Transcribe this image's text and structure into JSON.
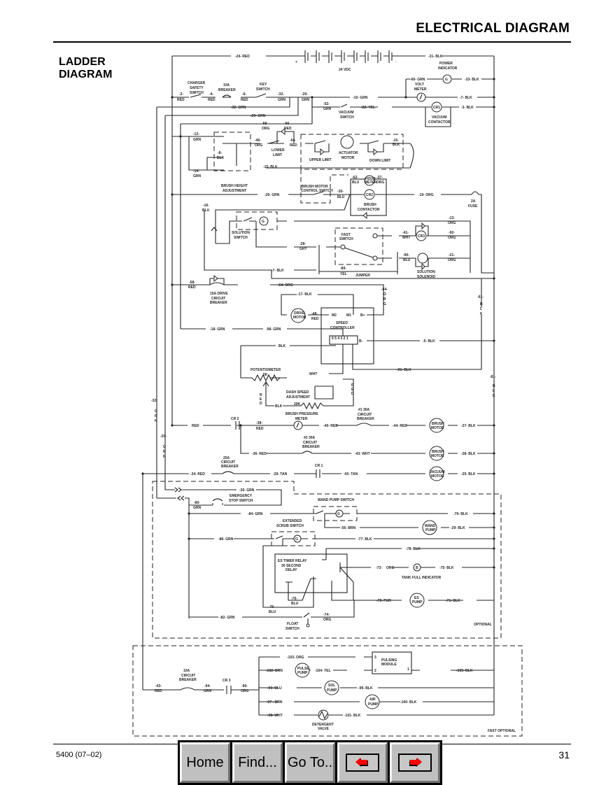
{
  "header": {
    "title": "ELECTRICAL DIAGRAM"
  },
  "section": {
    "title_line1": "LADDER",
    "title_line2": "DIAGRAM"
  },
  "diagram": {
    "battery": {
      "label": "24 VDC",
      "plus": "+",
      "minus": "_"
    },
    "wires_top": {
      "w24": "-24-  RED",
      "w31": "-31-  BLK"
    },
    "power_indicator": {
      "label1": "POWER",
      "label2": "INDICATOR",
      "glyph": "G",
      "wire_in": "-60-  GRN",
      "wire_out": "-33-  BLK"
    },
    "volt_meter": {
      "label1": "VOLT",
      "label2": "METER",
      "wire_out": "-7-  BLK"
    },
    "charger_switch": {
      "label1": "CHARGER",
      "label2": "SAFETY",
      "label3": "SWITCH",
      "wire_in_num": "-2-",
      "wire_in_color": "RED"
    },
    "breaker_10a": {
      "label1": "10A",
      "label2": "BREAKER",
      "wire_num": "-4-",
      "wire_color": "RED"
    },
    "key_switch": {
      "label1": "KEY",
      "label2": "SWITCH",
      "wire_in_num": "-6-",
      "wire_in_color": "RED",
      "wire_out_num": "-32-",
      "wire_out_color": "GRN"
    },
    "wire_20_top": {
      "num": "-20-",
      "color": "GRN"
    },
    "wire_10": "-10-  GRN",
    "wire_32_return": "-32-  GRN",
    "wire_20_return": "-20-  GRN",
    "vacuum_switch": {
      "label1": "VACUUM",
      "label2": "SWITCH",
      "wire_in_num": "-52-",
      "wire_in_color": "GRN",
      "wire_out": "-22-  YEL"
    },
    "vacuum_contactor": {
      "glyph": "CR1",
      "label1": "VACUUM",
      "label2": "CONTACTOR",
      "wire_out": "-3-  BLK"
    },
    "brush_height": {
      "label1": "BRUSH HEIGHT",
      "label2": "ADJUSTMENT",
      "w12_num": "-12-",
      "w12_color": "GRN",
      "w14_num": "-14-",
      "w14_color": "GRN",
      "w8_num": "-8-",
      "w8_color": "BLK",
      "w46_num": "-46-",
      "w46_color": "ORG",
      "w15": "-15-  BLK"
    },
    "lower_limit": {
      "label1": "LOWER",
      "label2": "LIMIT",
      "w68_num": "-68-",
      "w68_color": "ORG",
      "w66_num": "-66-",
      "w66_color": "RED",
      "w54_num": "-54-",
      "w54_color": "RED"
    },
    "actuator": {
      "upper": "UPPER LIMIT",
      "motor1": "ACTUATOR",
      "motor2": "MOTOR",
      "down": "DOWN LIMIT",
      "w15_num": "-15-",
      "w15_color": "BLK"
    },
    "brush_motor_switch": {
      "label1": "BRUSH MOTOR",
      "label2": "CONTROL SWITCH",
      "w26": "-26-  GRN",
      "w30_num": "-30-",
      "w30_color": "BLU"
    },
    "hour_meter": {
      "glyph1": "HOUR",
      "glyph2": "METER",
      "w62_num": "-62-",
      "w62_color": "BLU",
      "w37_num": "-37-",
      "w37_color": "ORG"
    },
    "brush_contactor": {
      "glyph": "CR2",
      "label1": "BRUSH",
      "label2": "CONTACTOR",
      "w19": "-19-  ORG"
    },
    "fuse": {
      "label1": "2A",
      "label2": "FUSE"
    },
    "solution_switch": {
      "label1": "SOLUTION",
      "label2": "SWITCH",
      "glyph": "G",
      "w16_num": "-16-",
      "w16_color": "BLU",
      "w13_num": "-13-",
      "w13_color": "ORG"
    },
    "fast_switch": {
      "label1": "FAST",
      "label2": "SWITCH",
      "w28_num": "-28-",
      "w28_color": "GRY",
      "w41_num": "-41-",
      "w41_color": "WHT",
      "w92_num": "-92-",
      "w92_color": "ORG",
      "w90_num": "-90-",
      "w90_color": "BLU",
      "w21_num": "-21-",
      "w21_color": "ORG"
    },
    "cr3_coil": {
      "glyph": "CR3"
    },
    "solution_solenoid": {
      "label1": "SOLUTION",
      "label2": "SOLENOID"
    },
    "jumper": {
      "label": "JUMPER",
      "num": "-89-",
      "color": "YEL"
    },
    "wire_7_blk": "-7-  BLK",
    "drive_breaker": {
      "label1": "15A DRIVE",
      "label2": "CIRCUIT",
      "label3": "BREAKER",
      "w58_num": "-58-",
      "w58_color": "RED",
      "w64": "-64-  ORG"
    },
    "wire_64_vert": {
      "num": "-64-",
      "c1": "O",
      "c2": "R",
      "c3": "G"
    },
    "wire_91_vert": {
      "num": "-91-",
      "c1": "B",
      "c2": "L",
      "c3": "K"
    },
    "wire_81_vert": {
      "num": "-81-",
      "c1": "B",
      "c2": "L",
      "c3": "K"
    },
    "drive_motor": {
      "glyph1": "DRIVE",
      "glyph2": "MOTOR",
      "w17": "-17-  BLK",
      "w48_num": "-48-",
      "w48_color": "RED"
    },
    "speed_controller": {
      "label1": "SPEED",
      "label2": "CONTROLLER",
      "m2": "M2",
      "m1": "M1",
      "bplus": "B+",
      "bminus": "B-",
      "pins": "6 5 4   3  2  1",
      "w5": "-5-  BLK",
      "w91": "-91-  BLK",
      "wblk": "BLK"
    },
    "wire_18": "-18-  GRN",
    "wire_98": "-98-  GRN",
    "potentiometer": {
      "label1": "POTENTIOMETER",
      "label2": "5K",
      "wht": "WHT"
    },
    "dash_speed": {
      "label1": "DASH SPEED",
      "label2": "ADJUSTMENT",
      "value": "20K",
      "blk": "BLK",
      "red_v": [
        "R",
        "E",
        "D"
      ]
    },
    "wire_32_vert": {
      "num": "-32-",
      "c1": "G",
      "c2": "R",
      "c3": "N"
    },
    "wire_20_vert": {
      "num": "-20-",
      "c1": "G",
      "c2": "R",
      "c3": "N"
    },
    "brush_row1": {
      "red": "RED",
      "cr2": "CR 2",
      "w38_num": "-38-",
      "w38_color": "RED",
      "meter1": "BRUSH PRESSURE",
      "meter2": "METER",
      "w40": "-40-  RED",
      "cb1": "#1 30A",
      "cb2": "CIRCUIT",
      "cb3": "BREAKER",
      "w44": "-44-  RED",
      "motor1": "BRUSH",
      "motor2": "MOTOR",
      "w27": "-27-  BLK"
    },
    "brush_row2": {
      "w36": "-36-  RED",
      "cb1": "#2 30A",
      "cb2": "CIRCUIT",
      "cb3": "BREAKER",
      "w43": "-43-  WHT",
      "motor1": "BRUSH",
      "motor2": "MOTOR",
      "w28": "-28-  BLK"
    },
    "vacuum_row": {
      "cb1": "25A",
      "cb2": "CIRCUIT",
      "cb3": "BREAKER",
      "w34": "-34-  RED",
      "w29": "-29-  TAN",
      "cr1": "CR 1",
      "w50": "-50-  TAN",
      "motor1": "VACUUM",
      "motor2": "MOTOR",
      "w25": "-25-  BLK"
    },
    "estop": {
      "label1": "EMERGENCY",
      "label2": "STOP SWITCH",
      "w30": "-30-  GRN",
      "w80_num": "-80-",
      "w80_color": "GRN"
    },
    "wand_pump_switch": {
      "label": "WAND PUMP SWITCH",
      "glyph": "G",
      "w84": "-84-  GRN",
      "w79": "-79-  BLK",
      "w56": "-56-  BRN",
      "pump1": "WAND",
      "pump2": "PUMP",
      "w29": "-29-  BLK"
    },
    "extended_scrub": {
      "label1": "EXTENDED",
      "label2": "SCRUB SWITCH",
      "glyph": "G",
      "w86": "-86-  GRN",
      "w77": "-77-  BLK"
    },
    "es_timer": {
      "label1": "ES TIMER RELAY",
      "label2": "30 SECOND",
      "label3": "DELAY",
      "w78": "-78-  BLK",
      "w73": "-73-",
      "w73c": "ORG",
      "tank_glyph": "B",
      "tank_label": "TANK FULL INDICATOR",
      "w75": "-75-  BLK",
      "w76_num": "-76-",
      "w76_color": "BLU",
      "w76b_num": "-76-",
      "w76b_color": "BLU",
      "w70": "-70-  PUR",
      "pump1": "ES",
      "pump2": "PUMP",
      "w71": "-71-  BLK"
    },
    "float_switch": {
      "label1": "FLOAT",
      "label2": "SWITCH",
      "w82": "-82-  GRN",
      "w74_num": "-74-",
      "w74_color": "ORG"
    },
    "optional_label": "OPTIONAL",
    "fast_optional": {
      "label": "FAST OPTIONAL",
      "breaker1": "10A",
      "breaker2": "CIRCUIT",
      "breaker3": "BREAKER",
      "w43_num": "-43-",
      "w43_color": "RED",
      "w94_num": "-94-",
      "w94_color": "GRN",
      "cr3": "CR 3",
      "w95_num": "-95-",
      "w95_color": "ORG",
      "w103": "-103- ORG",
      "w102": "-102- BRN",
      "pulse1": "PULSE",
      "pulse2": "PUMP",
      "w104": "-104-  YEL",
      "module1": "PULSING",
      "module2": "MODULE",
      "pin3": "3",
      "pin2": "2",
      "pin1": "1",
      "w105": "-105-  BLK",
      "w96": "-96-  BLU",
      "sol1": "SOL",
      "sol2": "PUMP",
      "w99": "-99-  BLK",
      "w97": "-97 -  BRN",
      "air1": "AIR",
      "air2": "PUMP",
      "w100": "-100-  BLK",
      "w98": "-98-  WHT",
      "w101": "-101- BLK",
      "valve1": "DETERGENT",
      "valve2": "VALVE"
    }
  },
  "footer": {
    "doc_id": "5400 (07–02)",
    "page_number": "31",
    "nav": {
      "home": "Home",
      "find": "Find...",
      "goto": "Go To..",
      "prev": "previous-page",
      "next": "next-page"
    }
  },
  "colors": {
    "prev_arrow": "#ff0000",
    "next_arrow": "#ff0000",
    "button_face": "#c0c0c0"
  }
}
